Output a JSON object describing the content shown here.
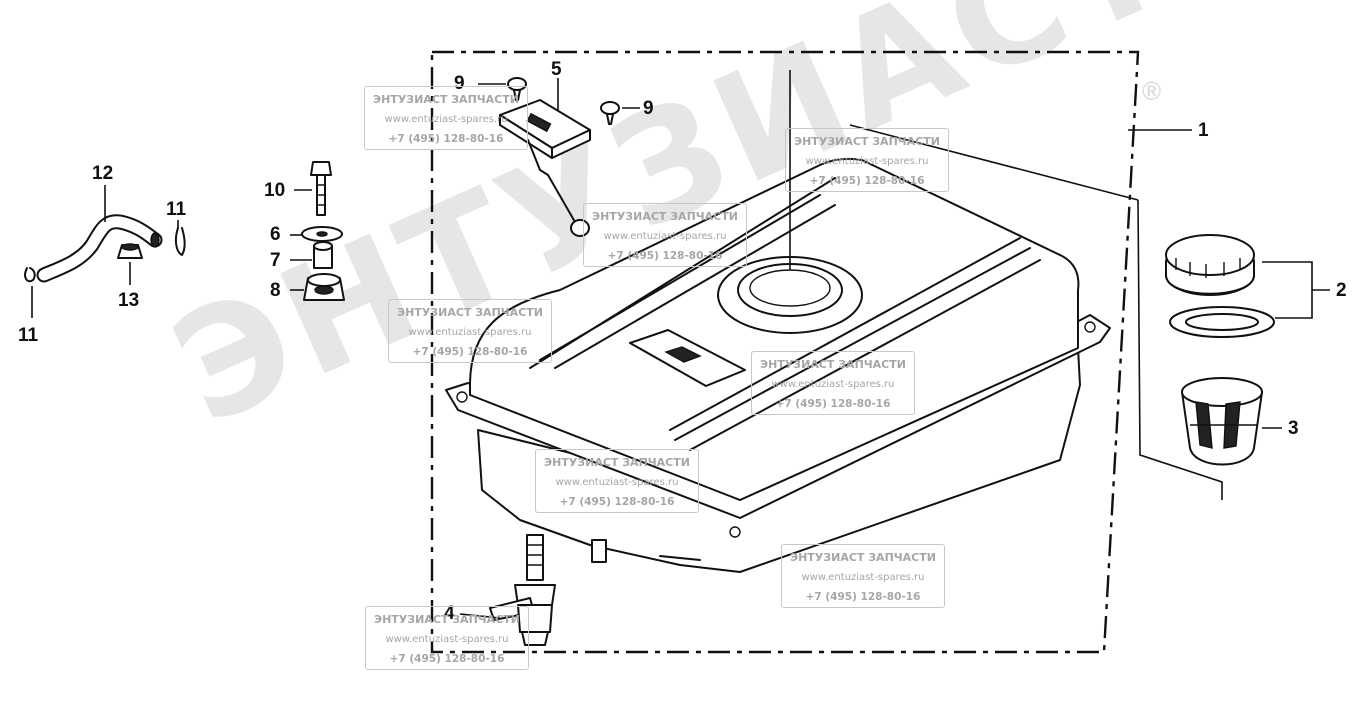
{
  "watermark": {
    "brand_large": "ЭНТУЗИАСТ",
    "registered_mark": "®",
    "title": "ЭНТУЗИАСТ ЗАПЧАСТИ",
    "site": "www.entuziast-spares.ru",
    "phone": "+7 (495) 128-80-16"
  },
  "callouts": {
    "c1": "1",
    "c2": "2",
    "c3": "3",
    "c4": "4",
    "c5": "5",
    "c6": "6",
    "c7": "7",
    "c8": "8",
    "c9a": "9",
    "c9b": "9",
    "c10": "10",
    "c11a": "11",
    "c11b": "11",
    "c12": "12",
    "c13": "13"
  }
}
